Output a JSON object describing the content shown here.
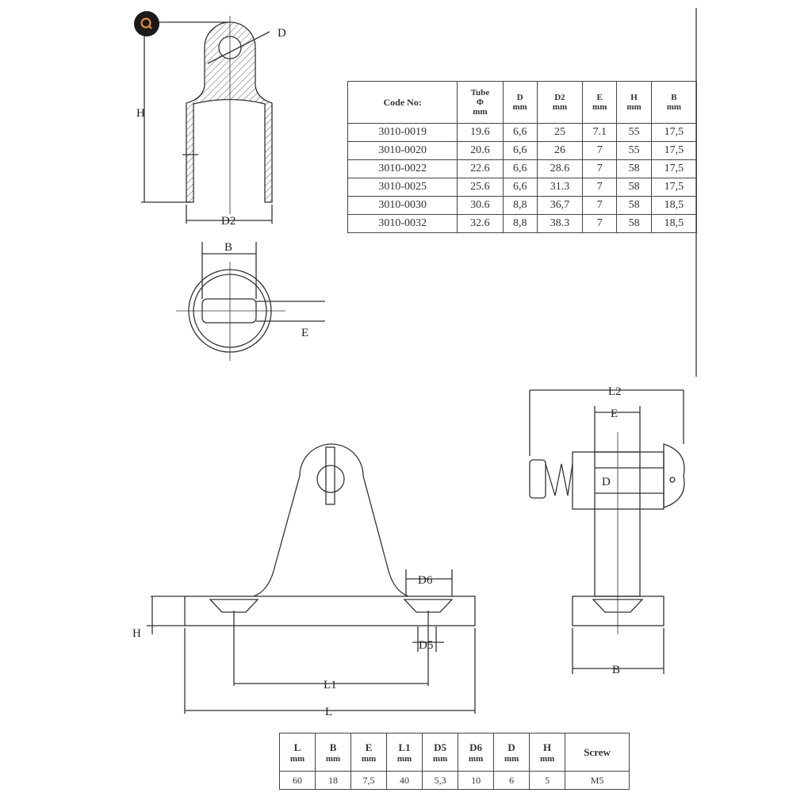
{
  "drawing_labels": {
    "cap_d": "D",
    "cap_h": "H",
    "cap_d2": "D2",
    "cap_b": "B",
    "cap_e": "E",
    "side_l2": "L2",
    "side_e": "E",
    "side_d": "D",
    "side_b": "B",
    "front_d6": "D6",
    "front_h": "H",
    "front_d5": "D5",
    "front_l1": "L1",
    "front_l": "L"
  },
  "top_table": {
    "headers": [
      {
        "label": "Code No:"
      },
      {
        "label": "Tube",
        "sub": "Φ",
        "unit": "mm"
      },
      {
        "label": "D",
        "unit": "mm"
      },
      {
        "label": "D2",
        "unit": "mm"
      },
      {
        "label": "E",
        "unit": "mm"
      },
      {
        "label": "H",
        "unit": "mm"
      },
      {
        "label": "B",
        "unit": "mm"
      }
    ],
    "rows": [
      [
        "3010-0019",
        "19.6",
        "6,6",
        "25",
        "7.1",
        "55",
        "17,5"
      ],
      [
        "3010-0020",
        "20.6",
        "6,6",
        "26",
        "7",
        "55",
        "17,5"
      ],
      [
        "3010-0022",
        "22.6",
        "6,6",
        "28.6",
        "7",
        "58",
        "17,5"
      ],
      [
        "3010-0025",
        "25.6",
        "6,6",
        "31.3",
        "7",
        "58",
        "17,5"
      ],
      [
        "3010-0030",
        "30.6",
        "8,8",
        "36,7",
        "7",
        "58",
        "18,5"
      ],
      [
        "3010-0032",
        "32.6",
        "8,8",
        "38.3",
        "7",
        "58",
        "18,5"
      ]
    ]
  },
  "bottom_table": {
    "headers": [
      {
        "label": "L",
        "unit": "mm"
      },
      {
        "label": "B",
        "unit": "mm"
      },
      {
        "label": "E",
        "unit": "mm"
      },
      {
        "label": "L1",
        "unit": "mm"
      },
      {
        "label": "D5",
        "unit": "mm"
      },
      {
        "label": "D6",
        "unit": "mm"
      },
      {
        "label": "D",
        "unit": "mm"
      },
      {
        "label": "H",
        "unit": "mm"
      },
      {
        "label": "Screw"
      }
    ],
    "rows": [
      [
        "60",
        "18",
        "7,5",
        "40",
        "5,3",
        "10",
        "6",
        "5",
        "M5"
      ]
    ]
  }
}
